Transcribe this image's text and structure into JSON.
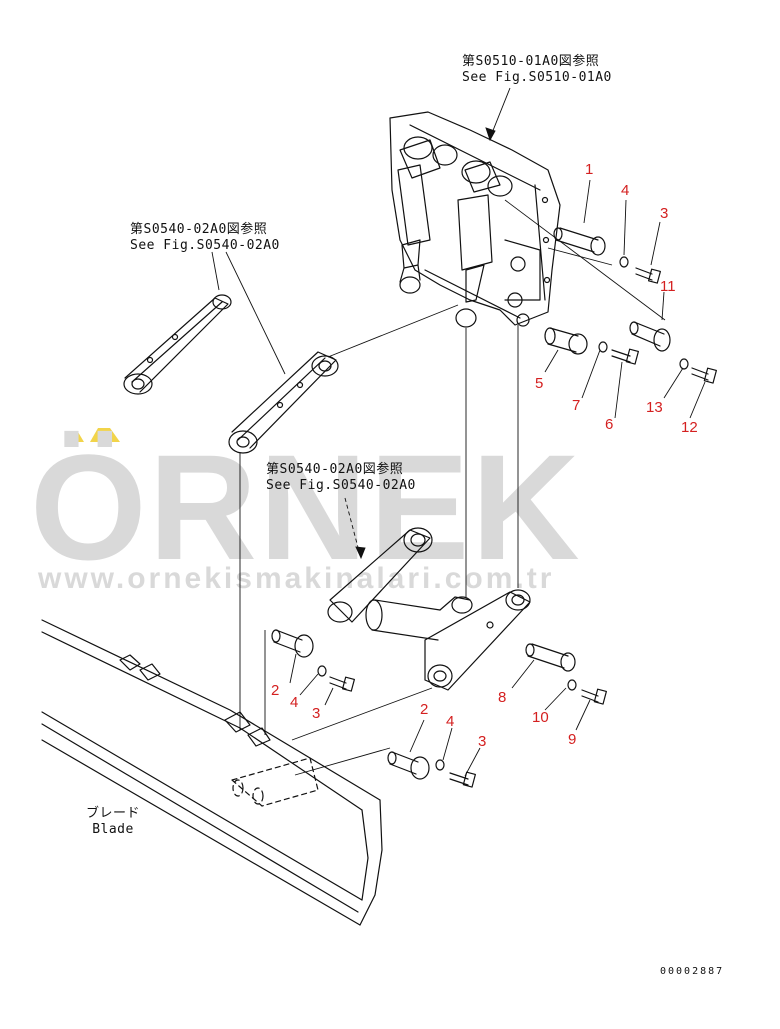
{
  "references": {
    "top": {
      "line1": "第S0510-01A0図参照",
      "line2": "See Fig.S0510-01A0"
    },
    "left": {
      "line1": "第S0540-02A0図参照",
      "line2": "See Fig.S0540-02A0"
    },
    "middle": {
      "line1": "第S0540-02A0図参照",
      "line2": "See Fig.S0540-02A0"
    }
  },
  "blade_label": {
    "jp": "ブレード",
    "en": "Blade"
  },
  "watermark": {
    "brand": "ÖRNEK",
    "url": "www.ornekismakinalari.com.tr",
    "accent_color": "#f2d44a",
    "text_color": "#d9d9d9"
  },
  "document_number": "00002887",
  "callout_color": "#d42020",
  "callouts": {
    "c1": "1",
    "c4a": "4",
    "c3a": "3",
    "c11": "11",
    "c5": "5",
    "c7": "7",
    "c6": "6",
    "c13": "13",
    "c12": "12",
    "c2a": "2",
    "c4b": "4",
    "c3b": "3",
    "c8": "8",
    "c10": "10",
    "c9": "9",
    "c2b": "2",
    "c4c": "4",
    "c3c": "3"
  }
}
